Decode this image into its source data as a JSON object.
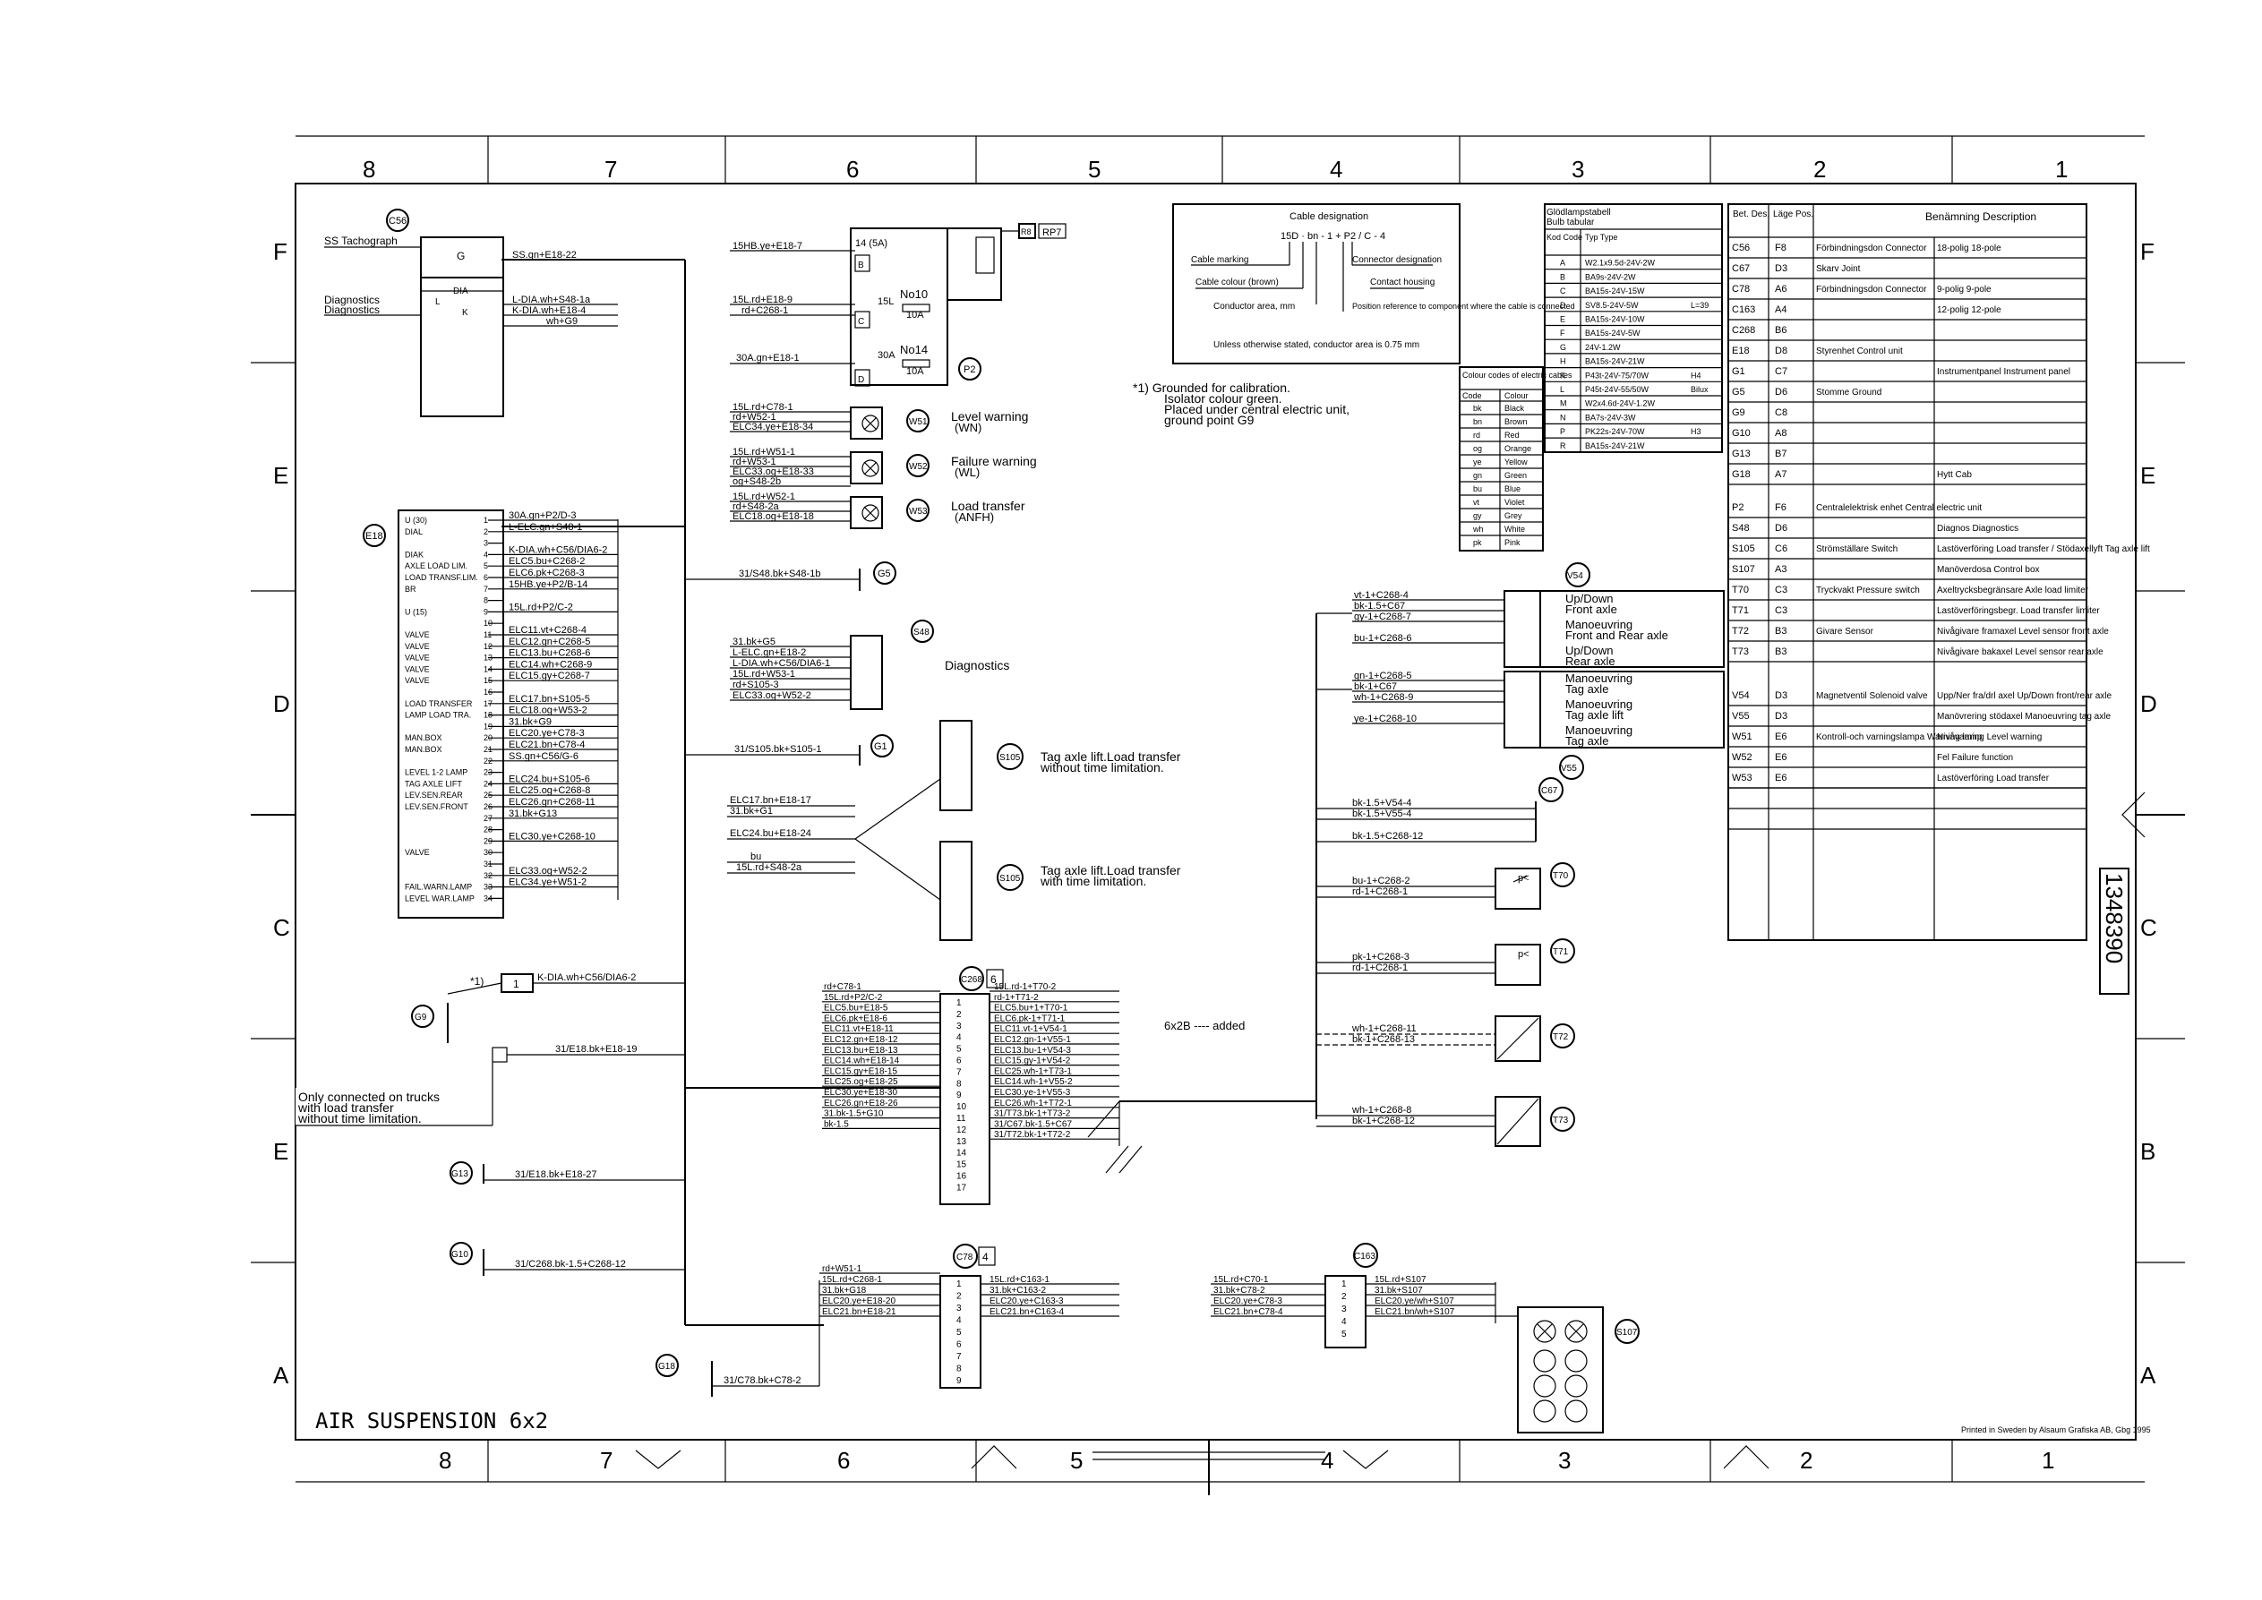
{
  "drawing": {
    "title": "AIR SUSPENSION 6x2",
    "doc_number": "1348390",
    "printed": "Printed in Sweden by Alsaum Grafiska AB, Gbg 1995",
    "columns_top": [
      "8",
      "7",
      "6",
      "5",
      "4",
      "3",
      "2",
      "1"
    ],
    "columns_bottom": [
      "8",
      "7",
      "6",
      "5",
      "4",
      "3",
      "2",
      "1"
    ],
    "rows_left": [
      "F",
      "E",
      "D",
      "C",
      "E",
      "A"
    ],
    "rows_right": [
      "F",
      "E",
      "D",
      "C",
      "B",
      "A"
    ]
  },
  "cable_designation": {
    "title": "Cable designation",
    "example": "15D · bn - 1 + P2 / C - 4",
    "labels": [
      "Cable marking",
      "Cable colour (brown)",
      "Conductor area, mm",
      "Connector designation",
      "Contact housing",
      "Position reference to component where the cable is connected"
    ],
    "note": "Unless otherwise stated, conductor area is 0.75 mm"
  },
  "bulb_table": {
    "title1": "Glödlampstabell",
    "title2": "Bulb tabular",
    "head": [
      "Kod Code",
      "Typ Type"
    ],
    "rows": [
      [
        "A",
        "W2.1x9.5d-24V-2W",
        ""
      ],
      [
        "B",
        "BA9s-24V-2W",
        ""
      ],
      [
        "C",
        "BA15s-24V-15W",
        ""
      ],
      [
        "D",
        "SV8.5-24V-5W",
        "L=39"
      ],
      [
        "E",
        "BA15s-24V-10W",
        ""
      ],
      [
        "F",
        "BA15s-24V-5W",
        ""
      ],
      [
        "G",
        "24V-1.2W",
        ""
      ],
      [
        "H",
        "BA15s-24V-21W",
        ""
      ],
      [
        "K",
        "P43t-24V-75/70W",
        "H4"
      ],
      [
        "L",
        "P45t-24V-55/50W",
        "Bilux"
      ],
      [
        "M",
        "W2x4.6d-24V-1.2W",
        ""
      ],
      [
        "N",
        "BA7s-24V-3W",
        ""
      ],
      [
        "P",
        "PK22s-24V-70W",
        "H3"
      ],
      [
        "R",
        "BA15s-24V-21W",
        ""
      ]
    ]
  },
  "colour_table": {
    "title": "Colour codes of electric cables",
    "head": [
      "Code",
      "Colour"
    ],
    "rows": [
      [
        "bk",
        "Black"
      ],
      [
        "bn",
        "Brown"
      ],
      [
        "rd",
        "Red"
      ],
      [
        "og",
        "Orange"
      ],
      [
        "ye",
        "Yellow"
      ],
      [
        "gn",
        "Green"
      ],
      [
        "bu",
        "Blue"
      ],
      [
        "vt",
        "Violet"
      ],
      [
        "gy",
        "Grey"
      ],
      [
        "wh",
        "White"
      ],
      [
        "pk",
        "Pink"
      ]
    ]
  },
  "note_ground": [
    "*1) Grounded for calibration.",
    "Isolator colour green.",
    "Placed under central electric unit,",
    "ground point G9"
  ],
  "component_table": {
    "head": [
      "Bet. Des.",
      "Läge Pos.",
      "Benämning Description"
    ],
    "rows": [
      [
        "C56",
        "F8",
        "Förbindningsdon Connector",
        "18-polig 18-pole"
      ],
      [
        "C67",
        "D3",
        "Skarv Joint",
        ""
      ],
      [
        "C78",
        "A6",
        "Förbindningsdon Connector",
        "9-polig 9-pole"
      ],
      [
        "C163",
        "A4",
        "",
        "12-polig 12-pole"
      ],
      [
        "C268",
        "B6",
        "",
        ""
      ],
      [
        "E18",
        "D8",
        "Styrenhet Control unit",
        ""
      ],
      [
        "G1",
        "C7",
        "",
        "Instrumentpanel Instrument panel"
      ],
      [
        "G5",
        "D6",
        "Stomme Ground",
        ""
      ],
      [
        "G9",
        "C8",
        "",
        ""
      ],
      [
        "G10",
        "A8",
        "",
        ""
      ],
      [
        "G13",
        "B7",
        "",
        ""
      ],
      [
        "G18",
        "A7",
        "",
        "Hytt Cab"
      ],
      [
        "P2",
        "F6",
        "Centralelektrisk enhet Central electric unit",
        ""
      ],
      [
        "S48",
        "D6",
        "",
        "Diagnos Diagnostics"
      ],
      [
        "S105",
        "C6",
        "Strömställare Switch",
        "Lastöverföring Load transfer / Stödaxellyft Tag axle lift"
      ],
      [
        "S107",
        "A3",
        "",
        "Manöverdosa Control box"
      ],
      [
        "T70",
        "C3",
        "Tryckvakt Pressure switch",
        "Axeltrycksbegränsare Axle load limiter"
      ],
      [
        "T71",
        "C3",
        "",
        "Lastöverföringsbegr. Load transfer limiter"
      ],
      [
        "T72",
        "B3",
        "Givare Sensor",
        "Nivågivare framaxel Level sensor front axle"
      ],
      [
        "T73",
        "B3",
        "",
        "Nivågivare bakaxel Level sensor rear axle"
      ],
      [
        "V54",
        "D3",
        "Magnetventil Solenoid valve",
        "Upp/Ner fra/drl axel Up/Down front/rear axle"
      ],
      [
        "V55",
        "D3",
        "",
        "Manövrering stödaxel Manoeuvring tag axle"
      ],
      [
        "W51",
        "E6",
        "Kontroll-och varningslampa Warning lamp",
        "Nivåvarning Level warning"
      ],
      [
        "W52",
        "E6",
        "",
        "Fel Failure function"
      ],
      [
        "W53",
        "E6",
        "",
        "Lastöverföring Load transfer"
      ]
    ]
  },
  "c56": {
    "label": "C56",
    "tachograph": "SS Tachograph",
    "diag1": "Diagnostics",
    "diag2": "Diagnostics",
    "wires": [
      "SS.gn+E18-22",
      "L-DIA.wh+S48-1a",
      "K-DIA.wh+E18-4",
      "wh+G9"
    ],
    "box_labels": [
      "G",
      "DIA",
      "L",
      "K"
    ]
  },
  "e18": {
    "label": "E18",
    "pins_left": [
      "U (30)",
      "DIAL",
      "",
      "DIAK",
      "AXLE LOAD LIM.",
      "LOAD TRANSF.LIM.",
      "BR",
      "",
      "U (15)",
      "",
      "VALVE",
      "VALVE",
      "VALVE",
      "VALVE",
      "VALVE",
      "",
      "LOAD TRANSFER",
      "LAMP LOAD TRA.",
      "",
      "MAN.BOX",
      "MAN.BOX",
      "",
      "LEVEL 1-2 LAMP",
      "TAG AXLE LIFT",
      "LEV.SEN.REAR",
      "LEV.SEN.FRONT",
      "",
      "",
      "",
      "VALVE",
      "",
      "",
      "FAIL.WARN.LAMP",
      "LEVEL WAR.LAMP"
    ],
    "wires": [
      "30A.gn+P2/D-3",
      "L-ELC.gn+S48-1",
      "",
      "K-DIA.wh+C56/DIA6-2",
      "ELC5.bu+C268-2",
      "ELC6.pk+C268-3",
      "15HB.ye+P2/B-14",
      "",
      "15L.rd+P2/C-2",
      "",
      "ELC11.vt+C268-4",
      "ELC12.gn+C268-5",
      "ELC13.bu+C268-6",
      "ELC14.wh+C268-9",
      "ELC15.gy+C268-7",
      "",
      "ELC17.bn+S105-5",
      "ELC18.og+W53-2",
      "31.bk+G9",
      "ELC20.ye+C78-3",
      "ELC21.bn+C78-4",
      "SS.gn+C56/G-6",
      "",
      "ELC24.bu+S105-6",
      "ELC25.og+C268-8",
      "ELC26.gn+C268-11",
      "31.bk+G13",
      "",
      "ELC30.ye+C268-10",
      "",
      "",
      "ELC33.og+W52-2",
      "ELC34.ye+W51-2"
    ]
  },
  "p2": {
    "label": "P2",
    "rp7": "RP7",
    "wires": [
      "15HB.ye+E18-7",
      "15L.rd+E18-9",
      "rd+C268-1",
      "30A.gn+E18-1"
    ],
    "fuses": [
      "No10",
      "10A",
      "No14",
      "10A"
    ],
    "pins": [
      "14 (5A)",
      "B",
      "15L",
      "C",
      "30A",
      "D"
    ]
  },
  "lamps": [
    {
      "id": "W51",
      "text1": "Level warning",
      "text2": "(WN)",
      "wires": [
        "15L.rd+C78-1",
        "rd+W52-1",
        "ELC34.ye+E18-34"
      ]
    },
    {
      "id": "W52",
      "text1": "Failure warning",
      "text2": "(WL)",
      "wires": [
        "15L.rd+W51-1",
        "rd+W53-1",
        "ELC33.og+E18-33",
        "og+S48-2b"
      ]
    },
    {
      "id": "W53",
      "text1": "Load transfer",
      "text2": "(ANFH)",
      "wires": [
        "15L.rd+W52-1",
        "rd+S48-2a",
        "ELC18.og+E18-18"
      ]
    }
  ],
  "g5": {
    "label": "G5",
    "wire": "31/S48.bk+S48-1b"
  },
  "s48": {
    "label": "S48",
    "caption": "Diagnostics",
    "wires": [
      "31.bk+G5",
      "L-ELC.gn+E18-2",
      "L-DIA.wh+C56/DIA6-1",
      "15L.rd+W53-1",
      "rd+S105-3",
      "ELC33.og+W52-2"
    ]
  },
  "g1": {
    "label": "G1",
    "wire": "31/S105.bk+S105-1"
  },
  "s105": {
    "label": "S105",
    "wires": [
      "ELC17.bn+E18-17",
      "31.bk+G1",
      "ELC24.bu+E18-24",
      "bu",
      "15L.rd+S48-2a"
    ],
    "text_a1": "Tag axle lift.Load transfer",
    "text_a2": "without time limitation.",
    "text_b1": "Tag axle lift.Load transfer",
    "text_b2": "with time limitation."
  },
  "g9": {
    "label": "G9",
    "note": "*1)",
    "box": "1",
    "wire1": "K-DIA.wh+C56/DIA6-2",
    "wire2": "31/E18.bk+E18-19",
    "only_note": [
      "Only connected on trucks",
      "with load transfer",
      "without time limitation."
    ]
  },
  "g13": {
    "label": "G13",
    "wire": "31/E18.bk+E18-27"
  },
  "g10": {
    "label": "G10",
    "wire": "31/C268.bk-1.5+C268-12"
  },
  "g18": {
    "label": "G18",
    "wire": "31/C78.bk+C78-2"
  },
  "c268": {
    "label": "C268",
    "count": "6",
    "added": "6x2B ---- added",
    "pins": [
      "1",
      "2",
      "3",
      "4",
      "5",
      "6",
      "7",
      "8",
      "9",
      "10",
      "11",
      "12",
      "13",
      "14",
      "15",
      "16",
      "17"
    ],
    "left": [
      "rd+C78-1",
      "15L.rd+P2/C-2",
      "ELC5.bu+E18-5",
      "ELC6.pk+E18-6",
      "ELC11.vt+E18-11",
      "ELC12.gn+E18-12",
      "ELC13.bu+E18-13",
      "ELC14.wh+E18-14",
      "ELC15.gy+E18-15",
      "ELC25.og+E18-25",
      "ELC30.ye+E18-30",
      "ELC26.gn+E18-26",
      "31.bk-1.5+G10",
      "bk-1.5"
    ],
    "right": [
      "15L.rd-1+T70-2",
      "rd-1+T71-2",
      "ELC5.bu+1+T70-1",
      "ELC6.pk-1+T71-1",
      "ELC11.vt-1+V54-1",
      "ELC12.gn-1+V55-1",
      "ELC13.bu-1+V54-3",
      "ELC15.gy-1+V54-2",
      "ELC25.wh-1+T73-1",
      "ELC14.wh-1+V55-2",
      "ELC30.ye-1+V55-3",
      "ELC26.wh-1+T72-1",
      "31/T73.bk-1+T73-2",
      "31/C67.bk-1.5+C67",
      "31/T72.bk-1+T72-2"
    ]
  },
  "c78": {
    "label": "C78",
    "count": "4",
    "pins": [
      "1",
      "2",
      "3",
      "4",
      "5",
      "6",
      "7",
      "8",
      "9"
    ],
    "left": [
      "rd+W51-1",
      "15L.rd+C268-1",
      "31.bk+G18",
      "ELC20.ye+E18-20",
      "ELC21.bn+E18-21"
    ],
    "right": [
      "15L.rd+C163-1",
      "31.bk+C163-2",
      "ELC20.ye+C163-3",
      "ELC21.bn+C163-4"
    ]
  },
  "c163": {
    "label": "C163",
    "pins": [
      "1",
      "2",
      "3",
      "4",
      "5"
    ],
    "left": [
      "15L.rd+C70-1",
      "31.bk+C78-2",
      "ELC20.ye+C78-3",
      "ELC21.bn+C78-4"
    ],
    "right": [
      "15L.rd+S107",
      "31.bk+S107",
      "ELC20.ye/wh+S107",
      "ELC21.bn/wh+S107"
    ]
  },
  "s107": {
    "label": "S107"
  },
  "v54": {
    "label": "V54",
    "wires": [
      "vt-1+C268-4",
      "bk-1.5+C67",
      "gy-1+C268-7",
      "bu-1+C268-6"
    ],
    "t1": "Up/Down",
    "t2": "Front axle",
    "t3": "Manoeuvring",
    "t4": "Front and Rear axle",
    "t5": "Up/Down",
    "t6": "Rear axle"
  },
  "v55": {
    "label": "V55",
    "wires": [
      "gn-1+C268-5",
      "bk-1+C67",
      "wh-1+C268-9",
      "ye-1+C268-10"
    ],
    "t1": "Manoeuvring",
    "t2": "Tag axle",
    "t3": "Manoeuvring",
    "t4": "Tag axle lift",
    "t5": "Manoeuvring",
    "t6": "Tag axle"
  },
  "c67": {
    "label": "C67",
    "wires": [
      "bk-1.5+V54-4",
      "bk-1.5+V55-4",
      "bk-1.5+C268-12"
    ]
  },
  "t70": {
    "label": "T70",
    "wires": [
      "bu-1+C268-2",
      "rd-1+C268-1"
    ]
  },
  "t71": {
    "label": "T71",
    "wires": [
      "pk-1+C268-3",
      "rd-1+C268-1"
    ]
  },
  "t72": {
    "label": "T72",
    "wires": [
      "wh-1+C268-11",
      "bk-1+C268-13"
    ]
  },
  "t73": {
    "label": "T73",
    "wires": [
      "wh-1+C268-8",
      "bk-1+C268-12"
    ]
  }
}
